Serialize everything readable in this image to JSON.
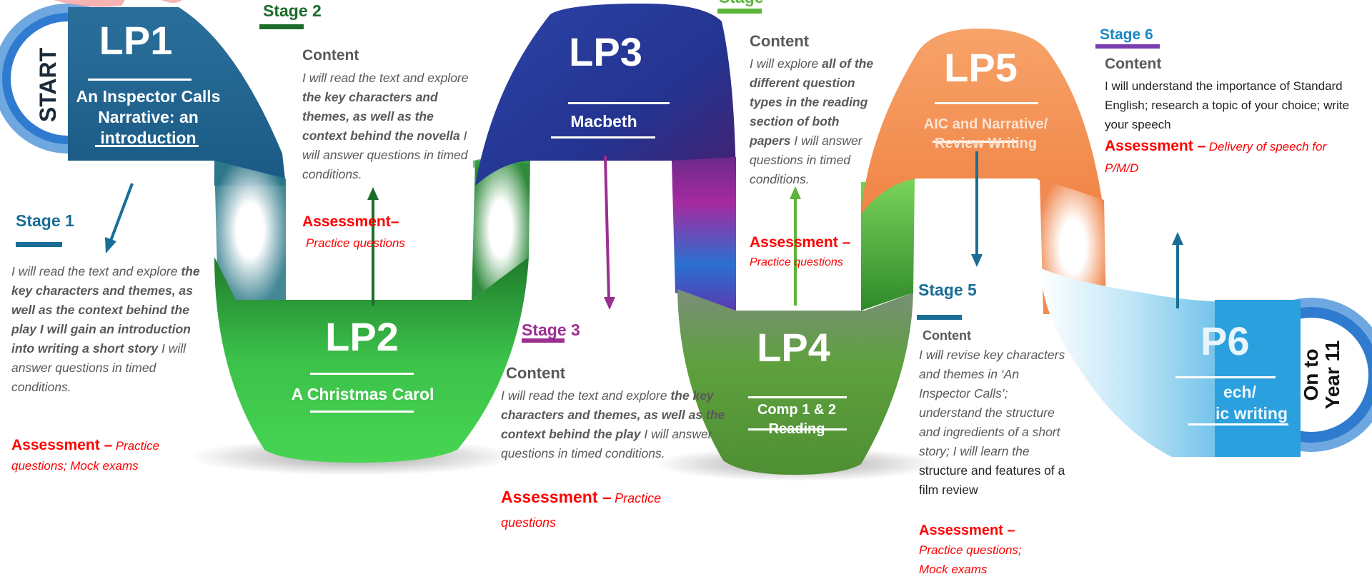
{
  "start_label": "START",
  "end_label_line1": "On to",
  "end_label_line2": "Year 11",
  "lessons": [
    {
      "title": "LP1",
      "subtitle_lines": [
        "An Inspector Calls",
        "Narrative: an",
        "introduction"
      ],
      "color": "#1e5f8a"
    },
    {
      "title": "LP2",
      "subtitle_lines": [
        "A Christmas Carol"
      ],
      "color": "#3fbf4a"
    },
    {
      "title": "LP3",
      "subtitle_lines": [
        "Macbeth"
      ],
      "color": "#2a3f9e"
    },
    {
      "title": "LP4",
      "subtitle_lines": [
        "Comp 1 & 2",
        "Reading"
      ],
      "color": "#5e9e3c"
    },
    {
      "title": "LP5",
      "subtitle_lines": [
        "AIC and Narrative/",
        "Review Writing"
      ],
      "color": "#f28a52"
    },
    {
      "title": "P6",
      "subtitle_lines": [
        "ech/",
        "ic writing"
      ],
      "color": "#5bc3ec"
    }
  ],
  "stages": [
    {
      "title": "Stage 1",
      "color": "#1a6e96",
      "body": [
        {
          "t": "I will read the text and explore ",
          "b": false
        },
        {
          "t": "the key characters and themes, as well as the context behind the play",
          "b": true
        },
        {
          "t": " ",
          "b": false
        },
        {
          "t": "I will gain an introduction into writing a short story",
          "b": true
        },
        {
          "t": " I will answer questions in timed conditions.",
          "b": false
        }
      ],
      "assessment_heading": "Assessment –",
      "assessment_detail": "Practice questions; Mock exams"
    },
    {
      "title": "Stage 2",
      "color": "#1d6b2a",
      "content_heading": "Content",
      "body": [
        {
          "t": "I will read the text and explore ",
          "b": false
        },
        {
          "t": "the key characters and themes, as well as the context behind the novella",
          "b": true
        },
        {
          "t": " I will answer questions in timed conditions.",
          "b": false
        }
      ],
      "assessment_heading": "Assessment–",
      "assessment_detail": "Practice questions"
    },
    {
      "title": "Stage 3",
      "color": "#9b2f8f",
      "content_heading": "Content",
      "body": [
        {
          "t": "I will read the text and explore ",
          "b": false
        },
        {
          "t": "the key characters and themes, as well as the context behind the play",
          "b": true
        },
        {
          "t": " I will answer questions in timed conditions.",
          "b": false
        }
      ],
      "assessment_heading": "Assessment –",
      "assessment_detail": "Practice questions"
    },
    {
      "title": "Stage",
      "color": "#5bb53a",
      "content_heading": "Content",
      "body": [
        {
          "t": "I will explore ",
          "b": false
        },
        {
          "t": "all of the different question types in the reading section of both papers",
          "b": true
        },
        {
          "t": " I will answer questions in timed conditions.",
          "b": false
        }
      ],
      "assessment_heading": "Assessment –",
      "assessment_detail": "Practice questions"
    },
    {
      "title": "Stage 5",
      "color": "#1a6e96",
      "content_heading": "Content",
      "body": [
        {
          "t": "I will revise key characters and themes in ‘An Inspector Calls’; understand the structure and ingredients of a short story; I will learn the ",
          "b": false
        }
      ],
      "body_plain": "structure and features of a film review",
      "assessment_heading": "Assessment –",
      "assessment_detail": "Practice questions; Mock exams"
    },
    {
      "title": "Stage 6",
      "color": "#1a86c8",
      "content_heading": "Content",
      "body_plain": "I will understand the importance of Standard English; research a topic of your choice; write your speech",
      "assessment_heading": "Assessment –",
      "assessment_detail": "Delivery of speech for P/M/D"
    }
  ]
}
